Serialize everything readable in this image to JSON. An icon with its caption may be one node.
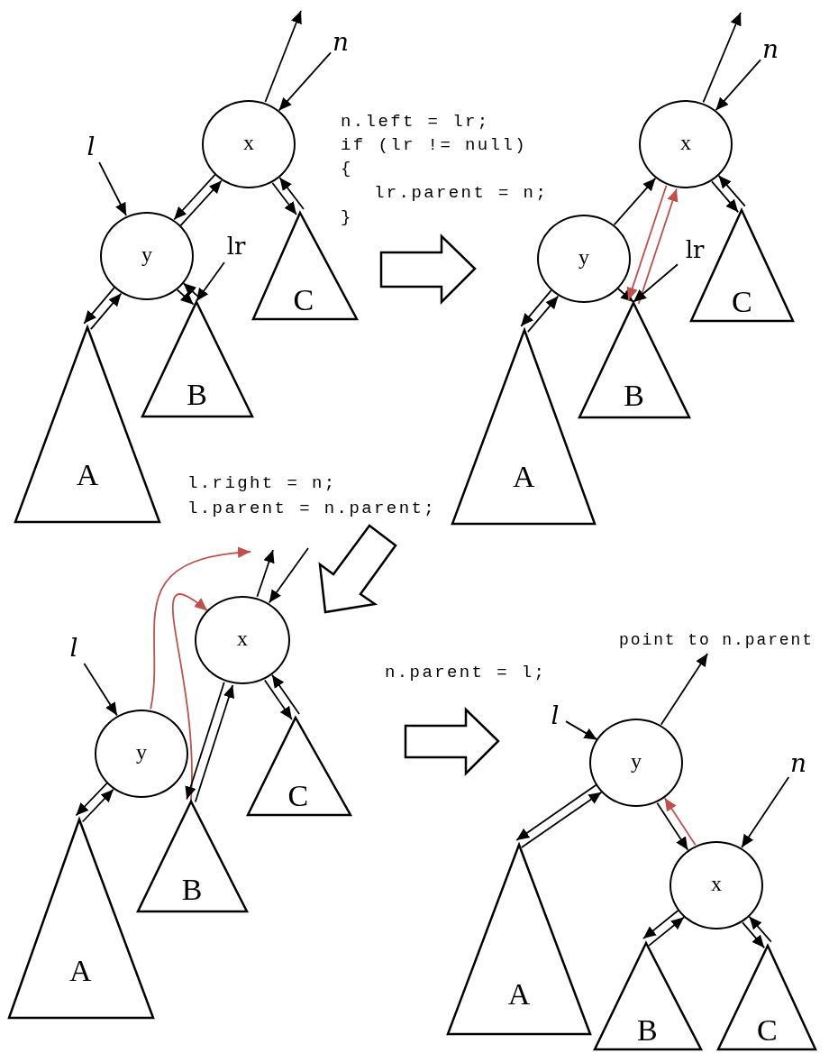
{
  "diagram": {
    "nodes": [
      {
        "text": [
          "x"
        ]
      },
      {
        "text": [
          "y"
        ]
      },
      {
        "text": [
          "A"
        ]
      },
      {
        "text": [
          "B"
        ]
      },
      {
        "text": [
          "C"
        ]
      },
      {
        "text": [
          "l"
        ]
      },
      {
        "text": [
          "lr"
        ]
      },
      {
        "text": [
          "n"
        ]
      },
      {
        "text": [
          "x"
        ]
      },
      {
        "text": [
          "y"
        ]
      },
      {
        "text": [
          "A"
        ]
      },
      {
        "text": [
          "B"
        ]
      },
      {
        "text": [
          "C"
        ]
      },
      {
        "text": [
          "lr"
        ]
      },
      {
        "text": [
          "n"
        ]
      },
      {
        "text": [
          "x"
        ]
      },
      {
        "text": [
          "y"
        ]
      },
      {
        "text": [
          "A"
        ]
      },
      {
        "text": [
          "B"
        ]
      },
      {
        "text": [
          "C"
        ]
      },
      {
        "text": [
          "l"
        ]
      },
      {
        "text": [
          "point to n.parent"
        ]
      },
      {
        "text": [
          "y"
        ]
      },
      {
        "text": [
          "x"
        ]
      },
      {
        "text": [
          "A"
        ]
      },
      {
        "text": [
          "B"
        ]
      },
      {
        "text": [
          "C"
        ]
      },
      {
        "text": [
          "l"
        ]
      },
      {
        "text": [
          "n"
        ]
      }
    ],
    "edges": [
      {
        "from": 0,
        "to": null,
        "arrow": "to"
      },
      {
        "from": 7,
        "to": 0,
        "arrow": "to"
      },
      {
        "from": 0,
        "to": 1,
        "arrow": "to"
      },
      {
        "from": 1,
        "to": 0,
        "arrow": "to"
      },
      {
        "from": 1,
        "to": 2,
        "arrow": "to"
      },
      {
        "from": 2,
        "to": 1,
        "arrow": "to"
      },
      {
        "from": 3,
        "to": 1,
        "arrow": "to"
      },
      {
        "from": 1,
        "to": 3,
        "arrow": "to"
      },
      {
        "from": 4,
        "to": 0,
        "arrow": "to"
      },
      {
        "from": 0,
        "to": 4,
        "arrow": "to"
      },
      {
        "from": 5,
        "to": 1,
        "arrow": "to"
      },
      {
        "from": 6,
        "to": 3,
        "arrow": "to"
      },
      {
        "from": 8,
        "to": null,
        "arrow": "to"
      },
      {
        "from": 14,
        "to": 8,
        "arrow": "to"
      },
      {
        "from": 9,
        "to": 8,
        "arrow": "to"
      },
      {
        "from": 9,
        "to": 10,
        "arrow": "to"
      },
      {
        "from": 10,
        "to": 9,
        "arrow": "to"
      },
      {
        "from": 9,
        "to": 11,
        "arrow": "to"
      },
      {
        "from": 11,
        "to": 8,
        "arrow": "to",
        "color": "#c0504d"
      },
      {
        "from": 8,
        "to": 11,
        "arrow": "to",
        "color": "#c0504d"
      },
      {
        "from": 12,
        "to": 8,
        "arrow": "to"
      },
      {
        "from": 8,
        "to": 12,
        "arrow": "to"
      },
      {
        "from": 13,
        "to": 11,
        "arrow": "to"
      },
      {
        "from": 15,
        "to": null,
        "arrow": "to"
      },
      {
        "from": null,
        "to": 15,
        "arrow": "to"
      },
      {
        "from": 16,
        "to": null,
        "arrow": "to",
        "color": "#c0504d"
      },
      {
        "from": 18,
        "to": 15,
        "arrow": "to",
        "color": "#c0504d"
      },
      {
        "from": 18,
        "to": 15,
        "arrow": "to"
      },
      {
        "from": 15,
        "to": 18,
        "arrow": "to"
      },
      {
        "from": 16,
        "to": 17,
        "arrow": "to"
      },
      {
        "from": 17,
        "to": 16,
        "arrow": "to"
      },
      {
        "from": 19,
        "to": 15,
        "arrow": "to"
      },
      {
        "from": 15,
        "to": 19,
        "arrow": "to"
      },
      {
        "from": 20,
        "to": 16,
        "arrow": "to"
      },
      {
        "from": 22,
        "to": 21,
        "arrow": "to"
      },
      {
        "from": 27,
        "to": 22,
        "arrow": "to"
      },
      {
        "from": 28,
        "to": 23,
        "arrow": "to"
      },
      {
        "from": 22,
        "to": 24,
        "arrow": "to"
      },
      {
        "from": 24,
        "to": 22,
        "arrow": "to"
      },
      {
        "from": 22,
        "to": 23,
        "arrow": "to"
      },
      {
        "from": 23,
        "to": 22,
        "arrow": "to",
        "color": "#c0504d"
      },
      {
        "from": 23,
        "to": 25,
        "arrow": "to"
      },
      {
        "from": 25,
        "to": 23,
        "arrow": "to"
      },
      {
        "from": 23,
        "to": 26,
        "arrow": "to"
      },
      {
        "from": 26,
        "to": 23,
        "arrow": "to"
      }
    ],
    "labels": [
      "n.left = lr;",
      "if (lr != null)",
      "{",
      "lr.parent = n;",
      "}",
      "l.right = n;",
      "l.parent = n.parent;",
      "n.parent = l;"
    ]
  }
}
